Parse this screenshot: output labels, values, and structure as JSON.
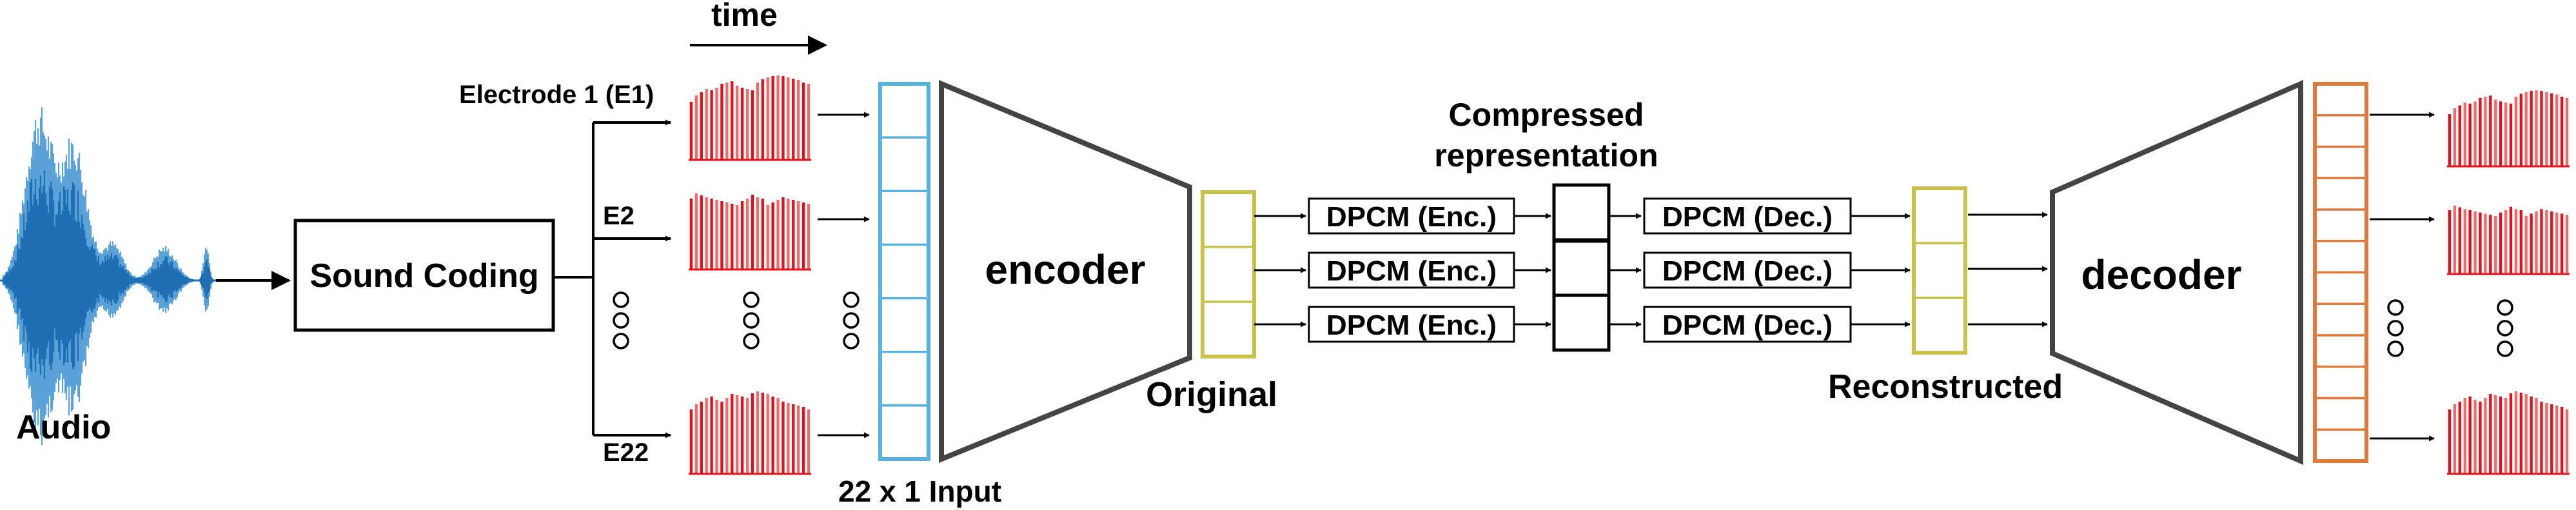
{
  "labels": {
    "time": "time",
    "audio": "Audio",
    "sound_coding": "Sound Coding",
    "electrode_1": "Electrode 1 (E1)",
    "electrode_2": "E2",
    "electrode_22": "E22",
    "input": "22 x 1 Input",
    "encoder": "encoder",
    "original": "Original",
    "compressed_line1": "Compressed",
    "compressed_line2": "representation",
    "dpcm_enc": [
      "DPCM (Enc.)",
      "DPCM (Enc.)",
      "DPCM (Enc.)"
    ],
    "dpcm_dec": [
      "DPCM (Dec.)",
      "DPCM (Dec.)",
      "DPCM (Dec.)"
    ],
    "reconstructed": "Reconstructed",
    "decoder": "decoder"
  },
  "colors": {
    "audio_wave": "#1f6fb5",
    "audio_wave_light": "#5aa2d8",
    "pulse_red": "#e3101a",
    "pulse_red_light": "#ef6b6b",
    "input_vector": "#55b3e0",
    "latent_vector": "#c9c24a",
    "output_vector": "#e07a3a",
    "trapezoid": "#444444"
  },
  "icons": {
    "ellipsis": "vertical-ellipsis-icon",
    "arrow": "arrow-icon"
  }
}
